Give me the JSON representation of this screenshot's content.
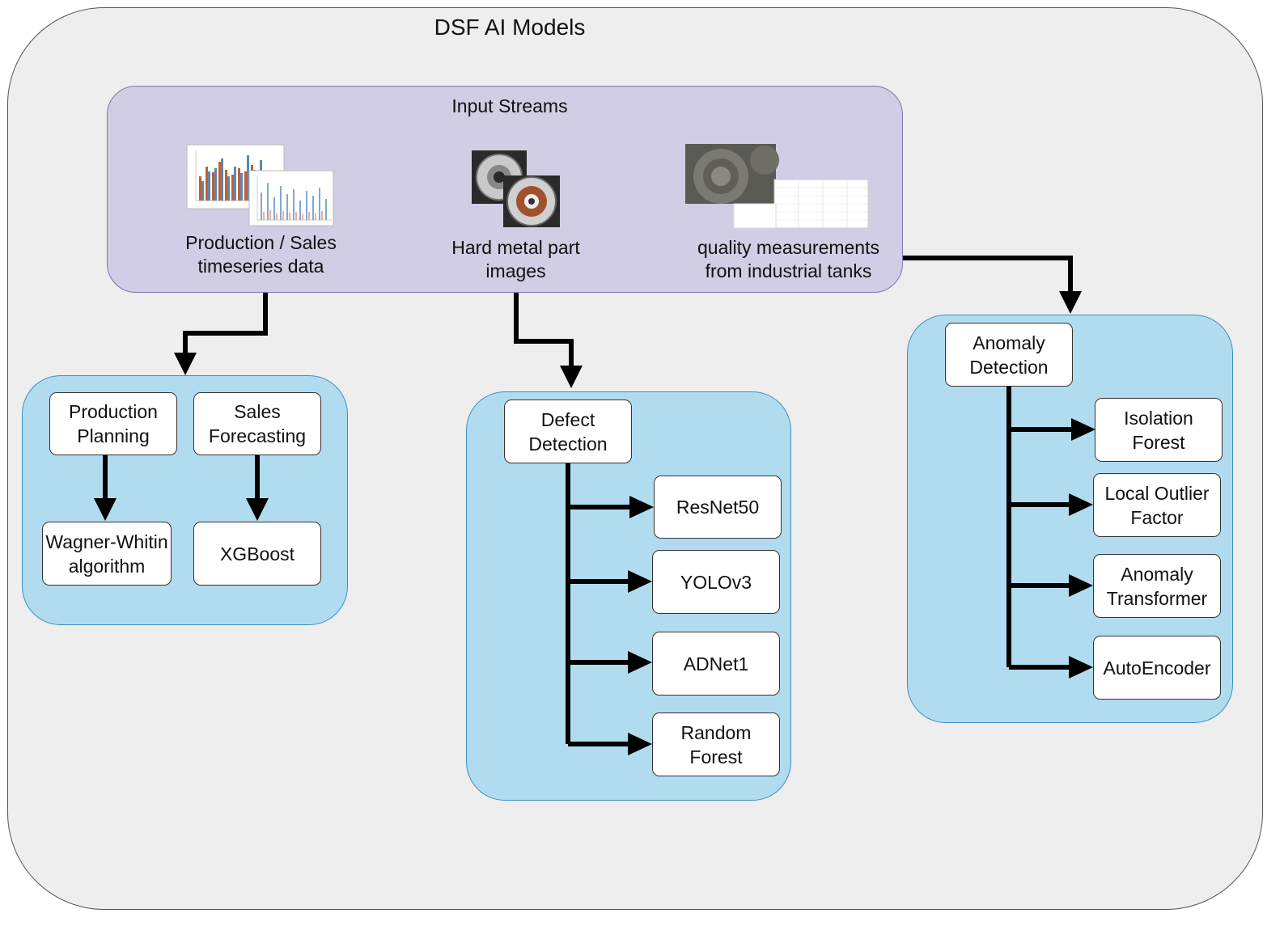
{
  "title": "DSF AI Models",
  "input_streams": {
    "title": "Input Streams",
    "sources": [
      {
        "label": "Production / Sales\ntimeseries data"
      },
      {
        "label": "Hard metal part\nimages"
      },
      {
        "label": "quality measurements\nfrom industrial tanks"
      }
    ]
  },
  "planning_group": {
    "production_planning": "Production\nPlanning",
    "sales_forecasting": "Sales\nForecasting",
    "wagner_whitin": "Wagner-Whitin\nalgorithm",
    "xgboost": "XGBoost"
  },
  "defect_group": {
    "header": "Defect\nDetection",
    "models": [
      "ResNet50",
      "YOLOv3",
      "ADNet1",
      "Random\nForest"
    ]
  },
  "anomaly_group": {
    "header": "Anomaly\nDetection",
    "models": [
      "Isolation\nForest",
      "Local Outlier\nFactor",
      "Anomaly\nTransformer",
      "AutoEncoder"
    ]
  },
  "colors": {
    "outer_background": "#eeeeee",
    "input_panel": "#d0cde4",
    "model_group": "#b1dcf0",
    "node": "#ffffff",
    "arrow": "#000000"
  }
}
